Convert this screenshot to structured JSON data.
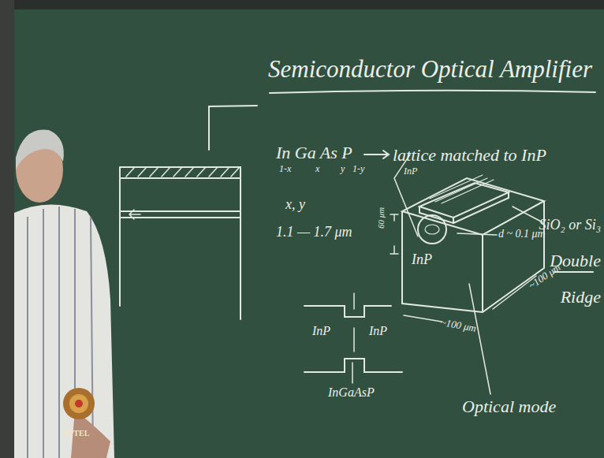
{
  "diagram": {
    "title": "Semiconductor Optical Amplifier",
    "labels": [
      "In Ga As P",
      "1-x",
      "x",
      "y",
      "1-y",
      "lattice matched to InP",
      "InP",
      "x, y",
      "1.1 — 1.7 μm",
      "60 μm",
      "InP",
      "d ~ 0.1 μm",
      "SiO₂ or Si₃",
      "~100 μm",
      "~100 μm",
      "Optical mode",
      "Double",
      "Ridge",
      "InP",
      "InP",
      "InGaAsP",
      "NPTEL"
    ]
  }
}
